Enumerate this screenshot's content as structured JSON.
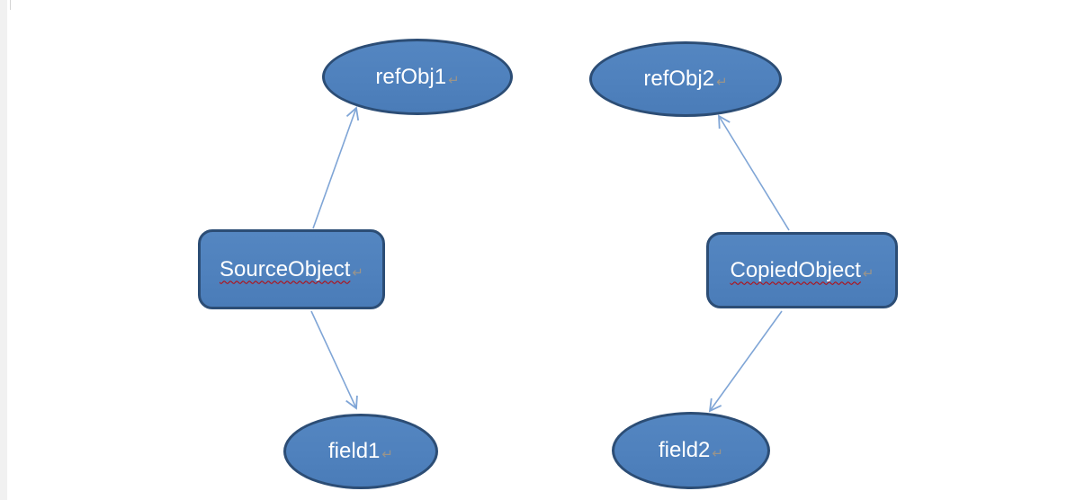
{
  "page": {
    "background_color": "#ffffff",
    "left_strip_color": "#f1f1f1"
  },
  "diagram": {
    "node_fill_color": "#4f81bd",
    "node_border_color": "#2c4d75",
    "connector_color": "#7fa5d6",
    "spellcheck_underline_color": "#c00000",
    "line_break_mark": "↵",
    "nodes": [
      {
        "id": "refObj1",
        "shape": "ellipse",
        "label": "refObj1",
        "spellcheck_underline": false
      },
      {
        "id": "refObj2",
        "shape": "ellipse",
        "label": "refObj2",
        "spellcheck_underline": false
      },
      {
        "id": "SourceObject",
        "shape": "rounded-rectangle",
        "label": "SourceObject",
        "spellcheck_underline": true
      },
      {
        "id": "CopiedObject",
        "shape": "rounded-rectangle",
        "label": "CopiedObject",
        "spellcheck_underline": true
      },
      {
        "id": "field1",
        "shape": "ellipse",
        "label": "field1",
        "spellcheck_underline": false
      },
      {
        "id": "field2",
        "shape": "ellipse",
        "label": "field2",
        "spellcheck_underline": false
      }
    ],
    "edges": [
      {
        "from": "SourceObject",
        "to": "refObj1"
      },
      {
        "from": "SourceObject",
        "to": "field1"
      },
      {
        "from": "CopiedObject",
        "to": "refObj2"
      },
      {
        "from": "CopiedObject",
        "to": "field2"
      }
    ]
  }
}
